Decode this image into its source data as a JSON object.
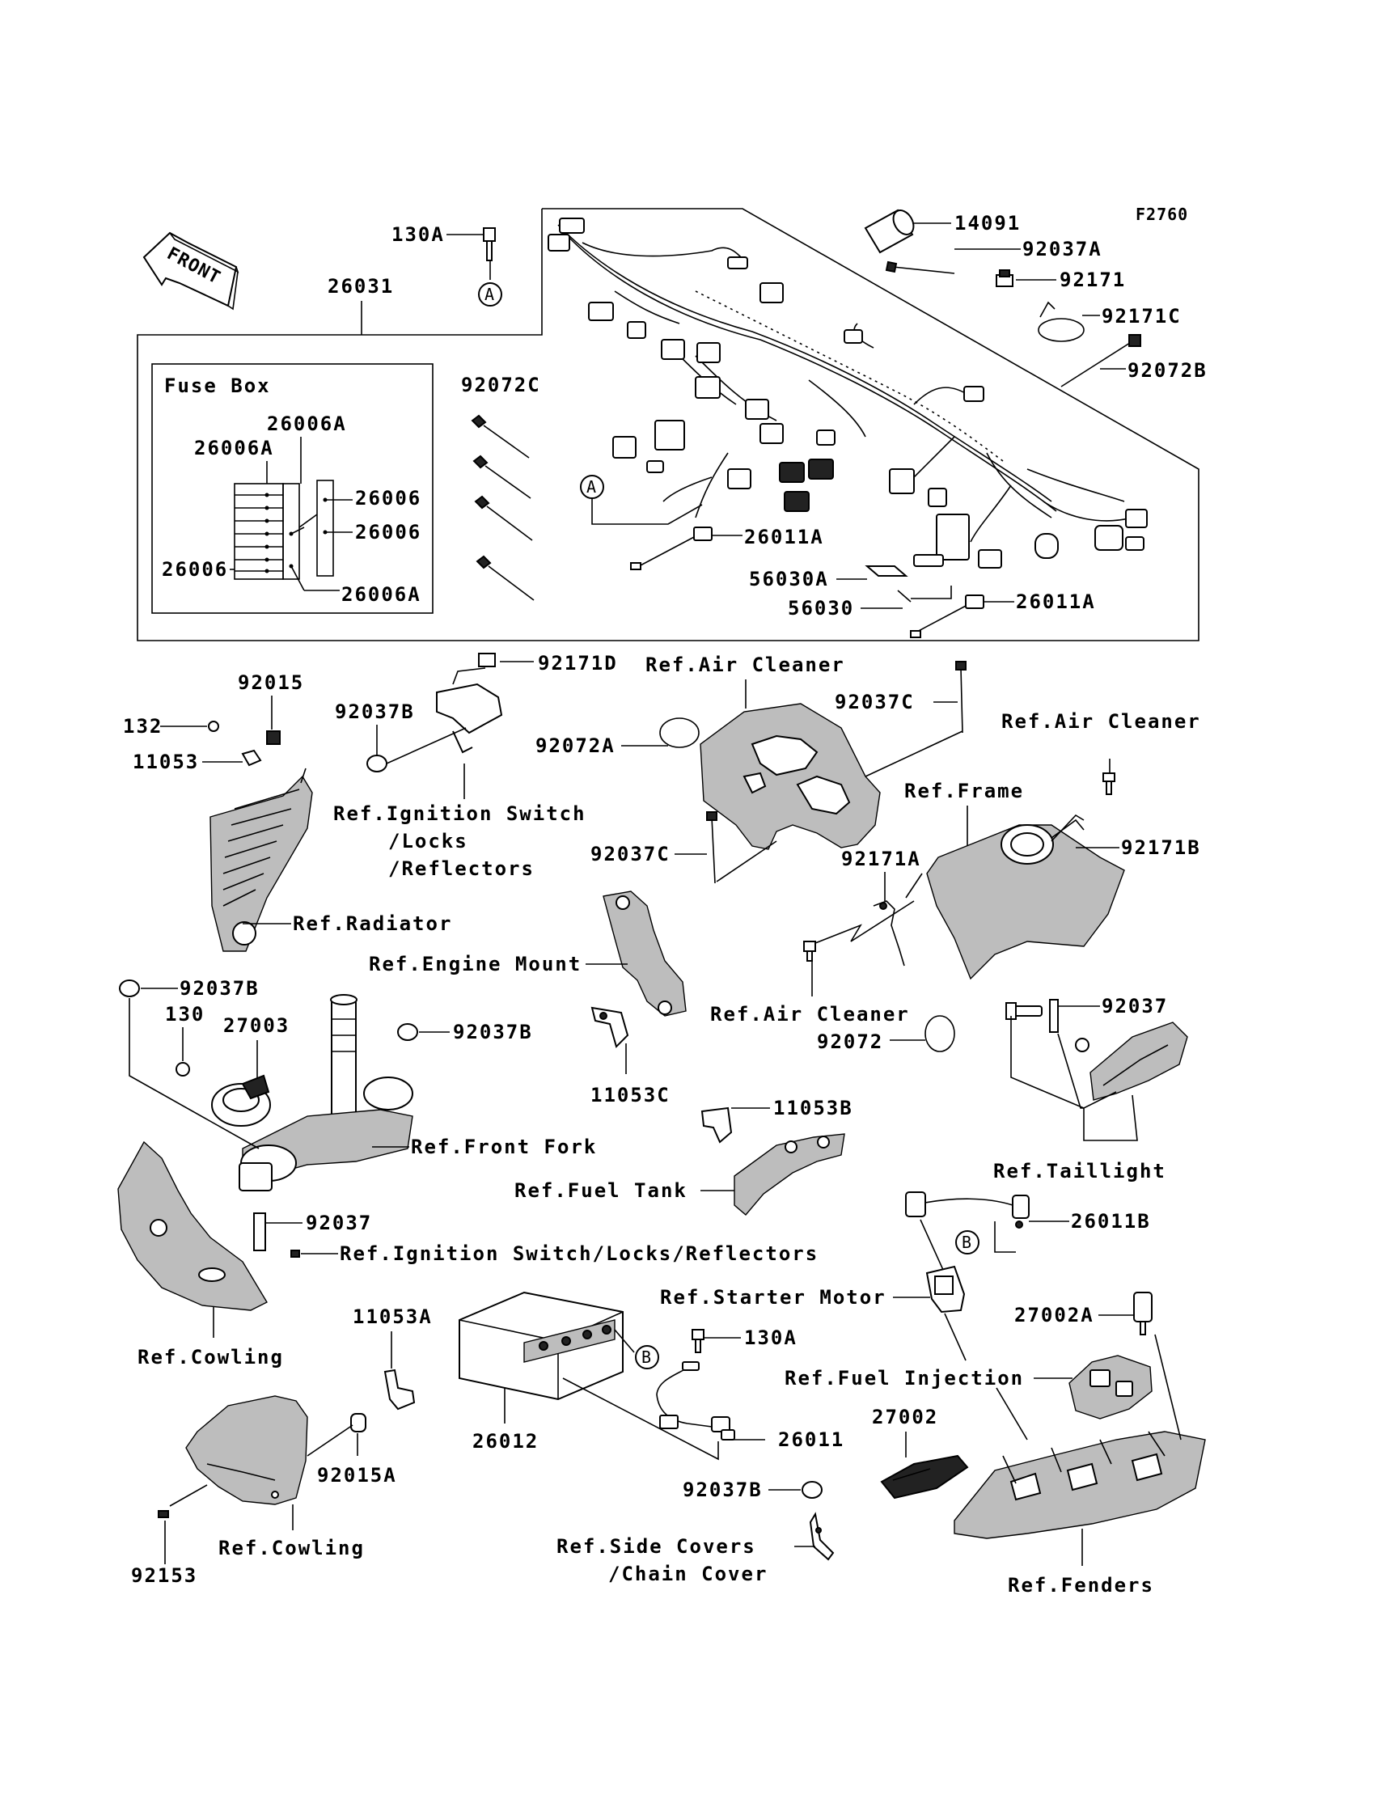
{
  "figure_code": "F2760",
  "front_label": "FRONT",
  "fuse_box_title": "Fuse Box",
  "circle_a": "A",
  "circle_b": "B",
  "labels": {
    "p130A_top": "130A",
    "p26031": "26031",
    "p26006A_a": "26006A",
    "p26006A_b": "26006A",
    "p26006A_c": "26006A",
    "p26006_a": "26006",
    "p26006_b": "26006",
    "p26006_c": "26006",
    "p92072C": "92072C",
    "p14091": "14091",
    "p92037A": "92037A",
    "p92171": "92171",
    "p92171C": "92171C",
    "p92072B": "92072B",
    "p26011A_a": "26011A",
    "p56030A": "56030A",
    "p56030": "56030",
    "p26011A_b": "26011A",
    "p92015": "92015",
    "p132": "132",
    "p11053": "11053",
    "p92171D": "92171D",
    "p92037B_a": "92037B",
    "ref_air_cleaner_1": "Ref.Air Cleaner",
    "p92037C_a": "92037C",
    "p92072A": "92072A",
    "ref_air_cleaner_2": "Ref.Air Cleaner",
    "ref_ignition_1": "Ref.Ignition Switch",
    "ref_locks_1": "/Locks",
    "ref_reflectors_1": "/Reflectors",
    "ref_frame": "Ref.Frame",
    "p92037C_b": "92037C",
    "p92171A": "92171A",
    "p92171B": "92171B",
    "ref_radiator": "Ref.Radiator",
    "ref_engine_mount": "Ref.Engine Mount",
    "ref_air_cleaner_3": "Ref.Air Cleaner",
    "p92037B_b": "92037B",
    "p130": "130",
    "p27003": "27003",
    "p92037B_c": "92037B",
    "p92037_a": "92037",
    "p92072": "92072",
    "p11053C": "11053C",
    "p11053B": "11053B",
    "ref_front_fork": "Ref.Front Fork",
    "ref_taillight": "Ref.Taillight",
    "ref_fuel_tank": "Ref.Fuel Tank",
    "p92037_b": "92037",
    "ref_ignition_2": "Ref.Ignition Switch/Locks/Reflectors",
    "p26011B": "26011B",
    "ref_starter_motor": "Ref.Starter Motor",
    "p27002A": "27002A",
    "ref_cowling_1": "Ref.Cowling",
    "p11053A": "11053A",
    "p130A_b": "130A",
    "ref_fuel_injection": "Ref.Fuel Injection",
    "p27002": "27002",
    "p26012": "26012",
    "p26011": "26011",
    "p92015A": "92015A",
    "p92037B_d": "92037B",
    "ref_cowling_2": "Ref.Cowling",
    "ref_side_covers": "Ref.Side Covers",
    "ref_chain_cover": "/Chain Cover",
    "ref_fenders": "Ref.Fenders",
    "p92153": "92153"
  }
}
